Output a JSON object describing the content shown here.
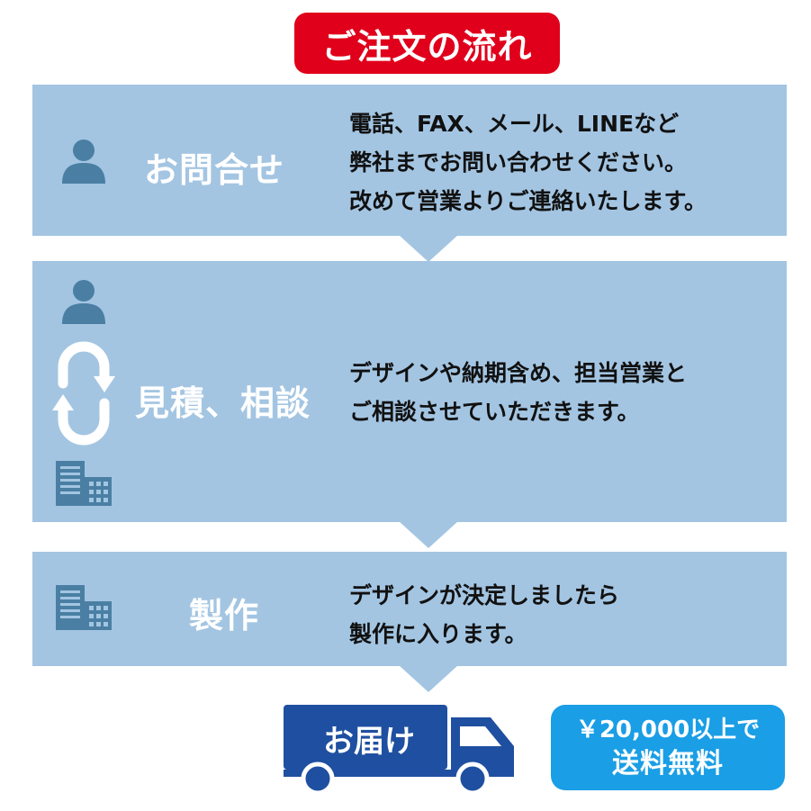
{
  "title": "ご注文の流れ",
  "steps": [
    {
      "heading": "お問合せ",
      "lines": [
        "電話、FAX、メール、LINEなど",
        "弊社までお問い合わせください。",
        "改めて営業よりご連絡いたします。"
      ],
      "icons": [
        "person-icon"
      ]
    },
    {
      "heading": "見積、相談",
      "lines": [
        "デザインや納期含め、担当営業と",
        "ご相談させていただきます。"
      ],
      "icons": [
        "person-icon",
        "exchange-arrows-icon",
        "building-icon"
      ]
    },
    {
      "heading": "製作",
      "lines": [
        "デザインが決定しましたら",
        "製作に入ります。"
      ],
      "icons": [
        "building-icon"
      ]
    }
  ],
  "delivery": {
    "label": "お届け",
    "icon": "truck-icon"
  },
  "free_shipping": {
    "line1": "￥20,000以上で",
    "line2": "送料無料"
  },
  "colors": {
    "title_red": "#e0001b",
    "panel_blue": "#a3c5e2",
    "icon_blue": "#4a7fa3",
    "truck_blue": "#1f4fa0",
    "badge_blue": "#1a9ee6"
  }
}
